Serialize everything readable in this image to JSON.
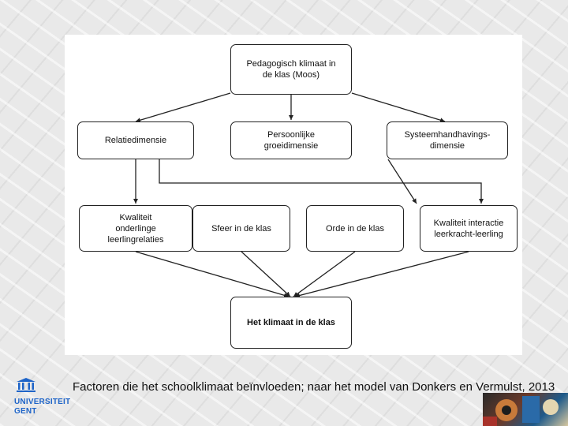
{
  "diagram": {
    "nodes": {
      "top": "Pedagogisch klimaat in\nde klas (Moos)",
      "relatiedimensie": "Relatiedimensie",
      "persoonlijke": "Persoonlijke\ngroeidimensie",
      "systeem": "Systeemhandhavings-\ndimensie",
      "kwaliteit_onderlinge": "Kwaliteit\nonderlinge\nleerlingrelaties",
      "sfeer": "Sfeer in de klas",
      "orde": "Orde in de klas",
      "kwaliteit_interactie": "Kwaliteit interactie\nleerkracht-leerling",
      "klimaat": "Het klimaat in de klas"
    }
  },
  "caption": "Factoren die het schoolklimaat beïnvloeden; naar het model van Donkers en Vermulst, 2013",
  "logo": {
    "line1": "UNIVERSITEIT",
    "line2": "GENT"
  },
  "colors": {
    "logo_blue": "#1e64c8",
    "stroke": "#222222"
  }
}
